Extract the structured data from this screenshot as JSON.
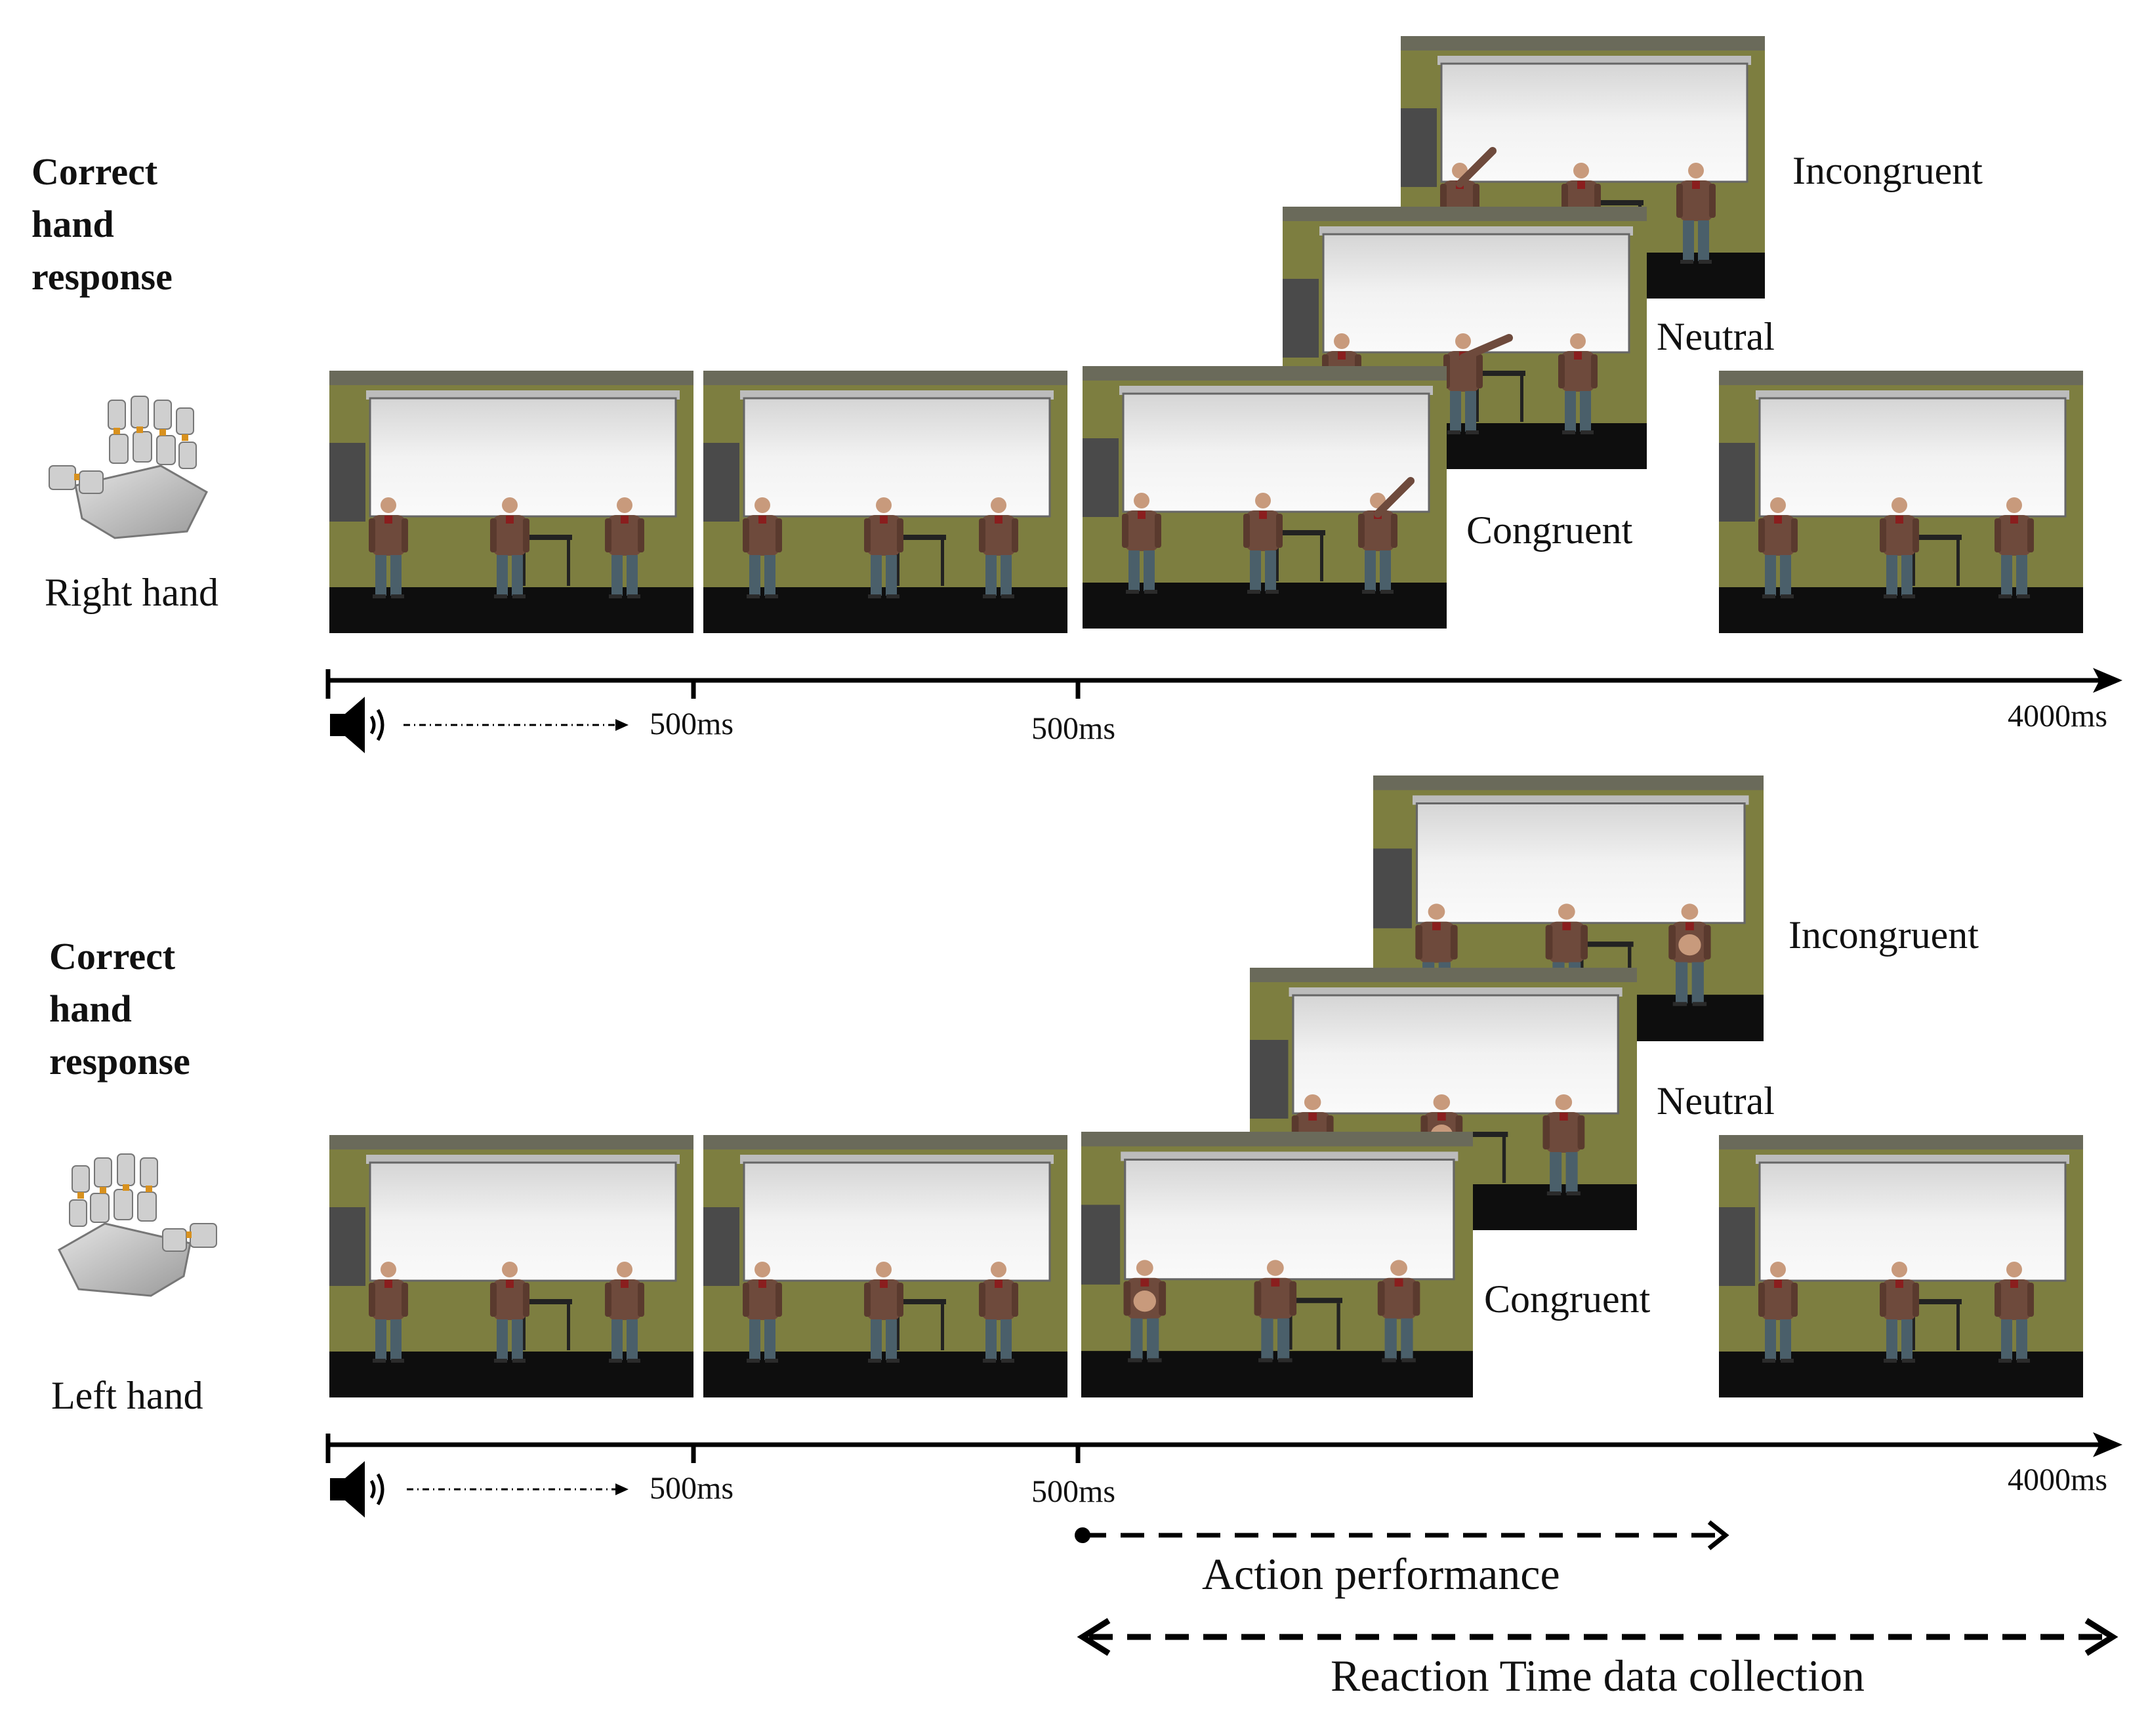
{
  "panels": [
    {
      "title": "Correct hand response",
      "hand_label": "Right hand",
      "hand_icon": "robot-right-hand-icon",
      "conditions": [
        "Incongruent",
        "Neutral",
        "Congruent"
      ],
      "ticks": [
        "500ms",
        "500ms",
        "4000ms"
      ]
    },
    {
      "title": "Correct hand response",
      "hand_label": "Left hand",
      "hand_icon": "robot-left-hand-icon",
      "conditions": [
        "Incongruent",
        "Neutral",
        "Congruent"
      ],
      "ticks": [
        "500ms",
        "500ms",
        "4000ms"
      ]
    }
  ],
  "speaker_icon": "speaker-icon",
  "brackets": {
    "action": "Action performance",
    "reaction": "Reaction Time data collection"
  },
  "colors": {
    "wall": "#7d7e40",
    "screen": "#eeeeee",
    "floor": "#0e0e0e",
    "jacket": "#6e4a3c",
    "jeans": "#4a5f6a"
  }
}
